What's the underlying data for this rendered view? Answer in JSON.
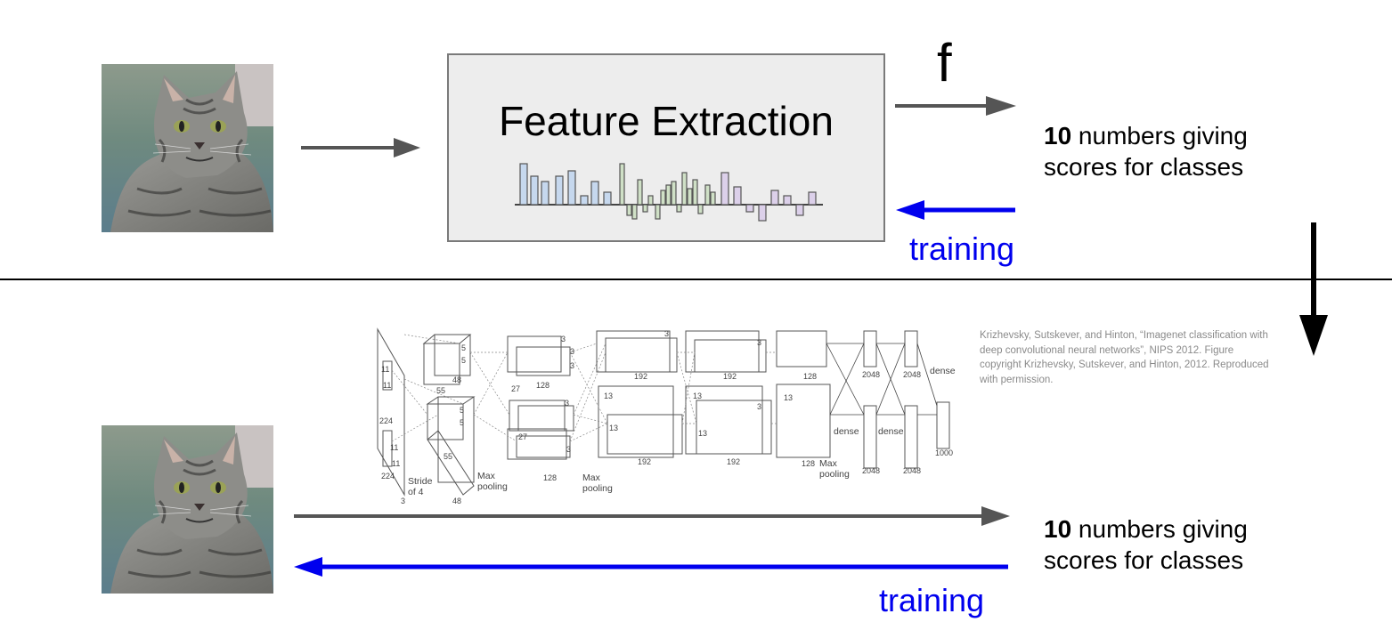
{
  "top": {
    "feature_box_title": "Feature Extraction",
    "function_label": "f",
    "scores_bold": "10",
    "scores_rest_line1": " numbers giving",
    "scores_line2": "scores for classes",
    "training_label": "training"
  },
  "bottom": {
    "scores_bold": "10",
    "scores_rest_line1": " numbers giving",
    "scores_line2": "scores for classes",
    "training_label": "training",
    "citation": "Krizhevsky, Sutskever, and Hinton, “Imagenet classification with deep convolutional neural networks”, NIPS 2012. Figure copyright Krizhevsky, Sutskever, and Hinton, 2012. Reproduced with permission.",
    "network_labels": {
      "n224_a": "224",
      "n224_b": "224",
      "n3": "3",
      "n11_a": "11",
      "n11_b": "11",
      "n11_c": "11",
      "n11_d": "11",
      "stride": "Stride",
      "stride2": "of 4",
      "n55_a": "55",
      "n55_b": "55",
      "n48_a": "48",
      "n48_b": "48",
      "n5_a": "5",
      "n5_b": "5",
      "n5_c": "5",
      "n5_d": "5",
      "n27_a": "27",
      "n27_b": "27",
      "n128_a": "128",
      "n128_b": "128",
      "n128_c": "128",
      "n128_d": "128",
      "maxpool1": "Max",
      "maxpool1b": "pooling",
      "maxpool2": "Max",
      "maxpool2b": "pooling",
      "maxpool3": "Max",
      "maxpool3b": "pooling",
      "n13_a": "13",
      "n13_b": "13",
      "n13_c": "13",
      "n13_d": "13",
      "n13_e": "13",
      "n3_a": "3",
      "n3_b": "3",
      "n3_c": "3",
      "n3_d": "3",
      "n3_e": "3",
      "n3_f": "3",
      "n3_g": "3",
      "n3_h": "3",
      "n192_a": "192",
      "n192_b": "192",
      "n192_c": "192",
      "n192_d": "192",
      "n2048_a": "2048",
      "n2048_b": "2048",
      "n2048_c": "2048",
      "n2048_d": "2048",
      "dense_a": "dense",
      "dense_b": "dense",
      "dense_c": "dense",
      "n1000": "1000"
    }
  },
  "colors": {
    "arrow_gray": "#555555",
    "training_blue": "#0000ee",
    "box_bg": "#ededed",
    "box_border": "#7a7a7a"
  },
  "icons": [
    "cat-photo",
    "right-arrow",
    "left-arrow",
    "down-arrow",
    "histogram-icon"
  ]
}
